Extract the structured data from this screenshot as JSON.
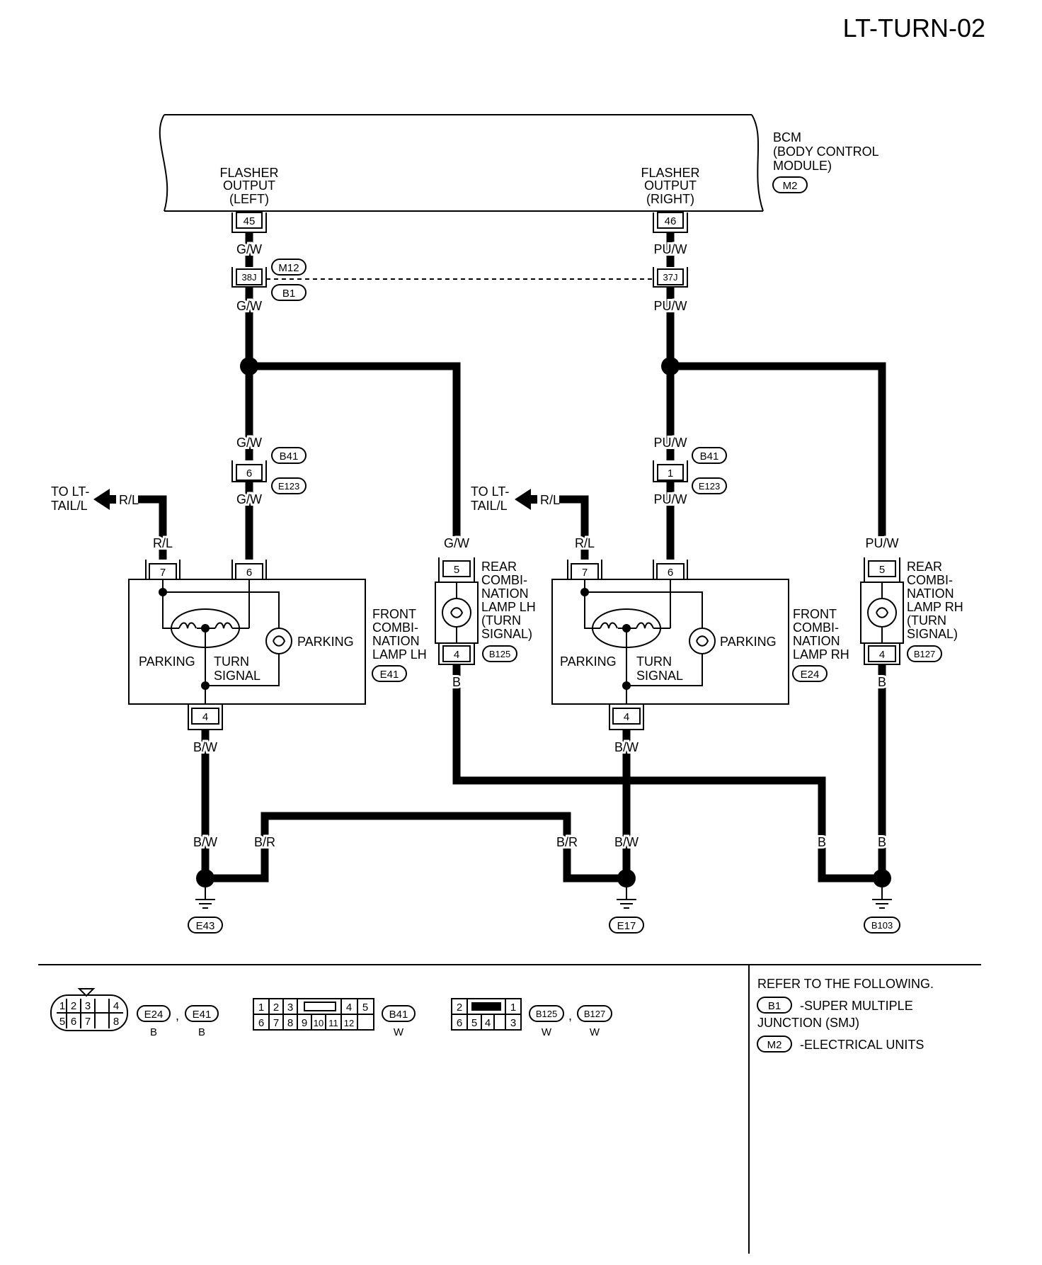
{
  "page_code": "LT-TURN-02",
  "bcm": {
    "lines": [
      "BCM",
      "(BODY CONTROL",
      " MODULE)"
    ],
    "connector": "M2",
    "left_output": [
      "FLASHER",
      "OUTPUT",
      "(LEFT)"
    ],
    "right_output": [
      "FLASHER",
      "OUTPUT",
      "(RIGHT)"
    ],
    "left_pin": "45",
    "right_pin": "46"
  },
  "smj": {
    "left_pin": "38J",
    "right_pin": "37J",
    "connectors": [
      "M12",
      "B1"
    ]
  },
  "wires": {
    "gw": "G/W",
    "puw": "PU/W",
    "rl": "R/L",
    "bw": "B/W",
    "br": "B/R",
    "b": "B"
  },
  "inline_connectors": {
    "top": "B41",
    "bottom": "E123",
    "left_pin": "6",
    "right_pin": "1"
  },
  "to_tail": [
    "TO LT-",
    "TAIL/L"
  ],
  "front_lh": {
    "title": [
      "FRONT",
      "COMBI-",
      "NATION",
      "LAMP LH"
    ],
    "connector": "E41",
    "pins": [
      "7",
      "6",
      "4"
    ],
    "labels": {
      "parking_left": "PARKING",
      "turn": [
        "TURN",
        "SIGNAL"
      ],
      "parking_right": "PARKING"
    }
  },
  "front_rh": {
    "title": [
      "FRONT",
      "COMBI-",
      "NATION",
      "LAMP RH"
    ],
    "connector": "E24",
    "pins": [
      "7",
      "6",
      "4"
    ],
    "labels": {
      "parking_left": "PARKING",
      "turn": [
        "TURN",
        "SIGNAL"
      ],
      "parking_right": "PARKING"
    }
  },
  "rear_lh": {
    "title": [
      "REAR",
      "COMBI-",
      "NATION",
      "LAMP LH",
      "(TURN",
      " SIGNAL)"
    ],
    "connector": "B125",
    "pins": [
      "5",
      "4"
    ]
  },
  "rear_rh": {
    "title": [
      "REAR",
      "COMBI-",
      "NATION",
      "LAMP RH",
      "(TURN",
      " SIGNAL)"
    ],
    "connector": "B127",
    "pins": [
      "5",
      "4"
    ]
  },
  "grounds": [
    "E43",
    "E17",
    "B103"
  ],
  "legend": {
    "conn1": {
      "names": [
        "E24",
        "E41"
      ],
      "colors": [
        "B",
        "B"
      ],
      "row1": [
        "1",
        "2",
        "3",
        "4"
      ],
      "row2": [
        "5",
        "6",
        "7",
        "8"
      ]
    },
    "conn2": {
      "name": "B41",
      "color": "W",
      "row1": [
        "1",
        "2",
        "3",
        "4",
        "5"
      ],
      "row2": [
        "6",
        "7",
        "8",
        "9",
        "10",
        "11",
        "12"
      ]
    },
    "conn3": {
      "names": [
        "B125",
        "B127"
      ],
      "colors": [
        "W",
        "W"
      ],
      "row1": [
        "2",
        "1"
      ],
      "row2": [
        "6",
        "5",
        "4",
        "3"
      ]
    },
    "sep": ","
  },
  "refer": {
    "heading": "REFER TO THE FOLLOWING.",
    "items": [
      {
        "code": "B1",
        "text": [
          "-SUPER MULTIPLE",
          "JUNCTION (SMJ)"
        ]
      },
      {
        "code": "M2",
        "text": [
          "-ELECTRICAL UNITS"
        ]
      }
    ]
  }
}
